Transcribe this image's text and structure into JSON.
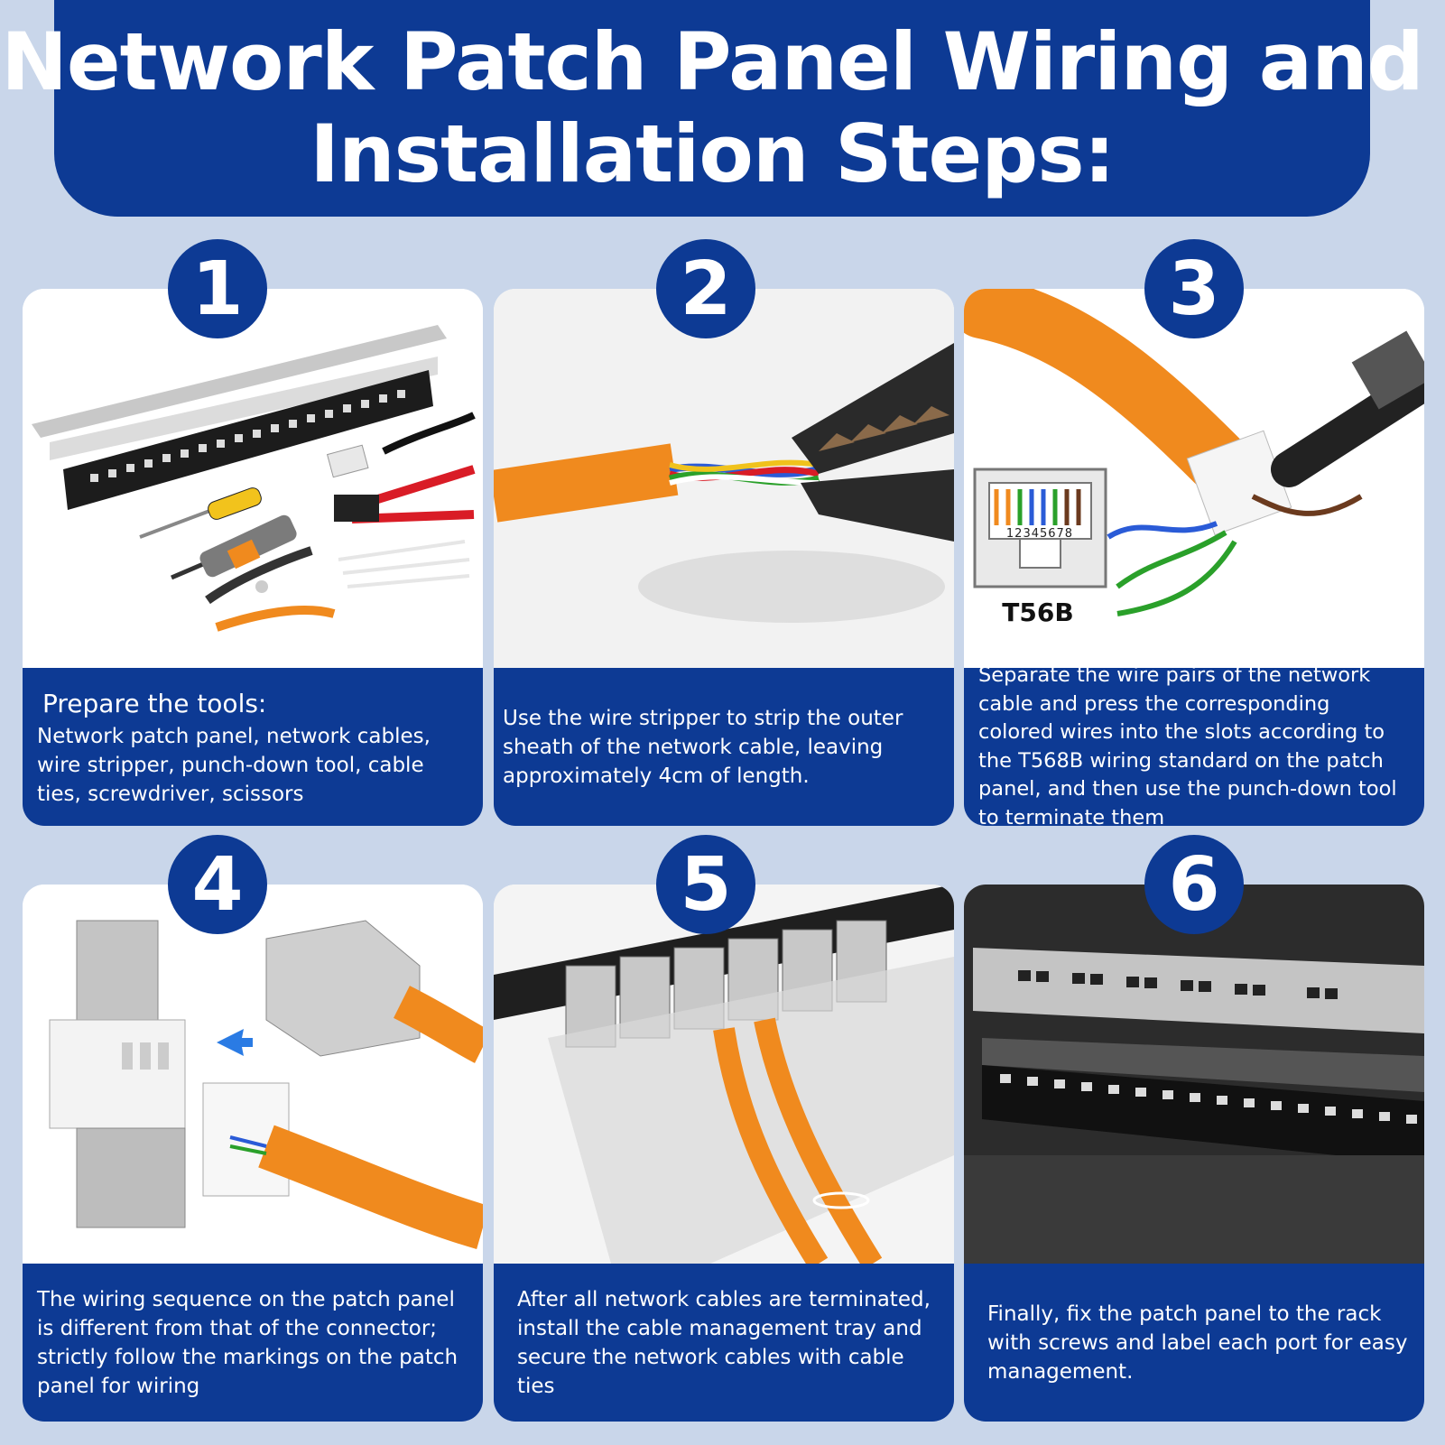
{
  "title": {
    "line1": "Network Patch Panel Wiring and",
    "line2": "Installation Steps:"
  },
  "steps": [
    {
      "number": "1",
      "heading": "Prepare the tools:",
      "text": "Network patch panel, network cables, wire stripper, punch-down tool, cable ties, screwdriver, scissors"
    },
    {
      "number": "2",
      "text": "Use the wire stripper to strip the outer sheath of the network cable, leaving approximately 4cm of length."
    },
    {
      "number": "3",
      "text": "Separate the wire pairs of the network cable and press the corresponding colored wires into the slots according to the T568B wiring standard on the patch panel, and then use the punch-down tool to terminate them",
      "diagram_label": "T56B",
      "pin_numbers": "12345678"
    },
    {
      "number": "4",
      "text": "The wiring sequence on the patch panel is different from that of the connector; strictly follow the markings on the patch panel for wiring"
    },
    {
      "number": "5",
      "text": "After all network cables are terminated, install the cable management tray and secure the network cables with cable ties"
    },
    {
      "number": "6",
      "text": "Finally, fix the patch panel to the rack with screws and label each port for easy management."
    }
  ],
  "colors": {
    "banner": "#0d3a94",
    "background": "#c9d6ea",
    "cable_orange": "#f08a1e"
  }
}
